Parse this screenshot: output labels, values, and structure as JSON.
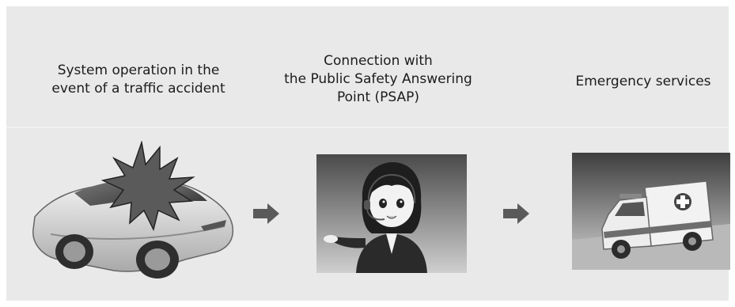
{
  "steps": [
    {
      "label": "System operation in the\nevent of a traffic accident",
      "icon": "car-crash-icon"
    },
    {
      "label": "Connection with\nthe Public Safety Answering\nPoint (PSAP)",
      "icon": "operator-icon"
    },
    {
      "label": "Emergency services",
      "icon": "ambulance-icon"
    }
  ],
  "arrow_icon": "right-arrow-icon",
  "colors": {
    "panel": "#e9e9e9",
    "text": "#1c1c1c",
    "arrow": "#5a5a5a"
  }
}
